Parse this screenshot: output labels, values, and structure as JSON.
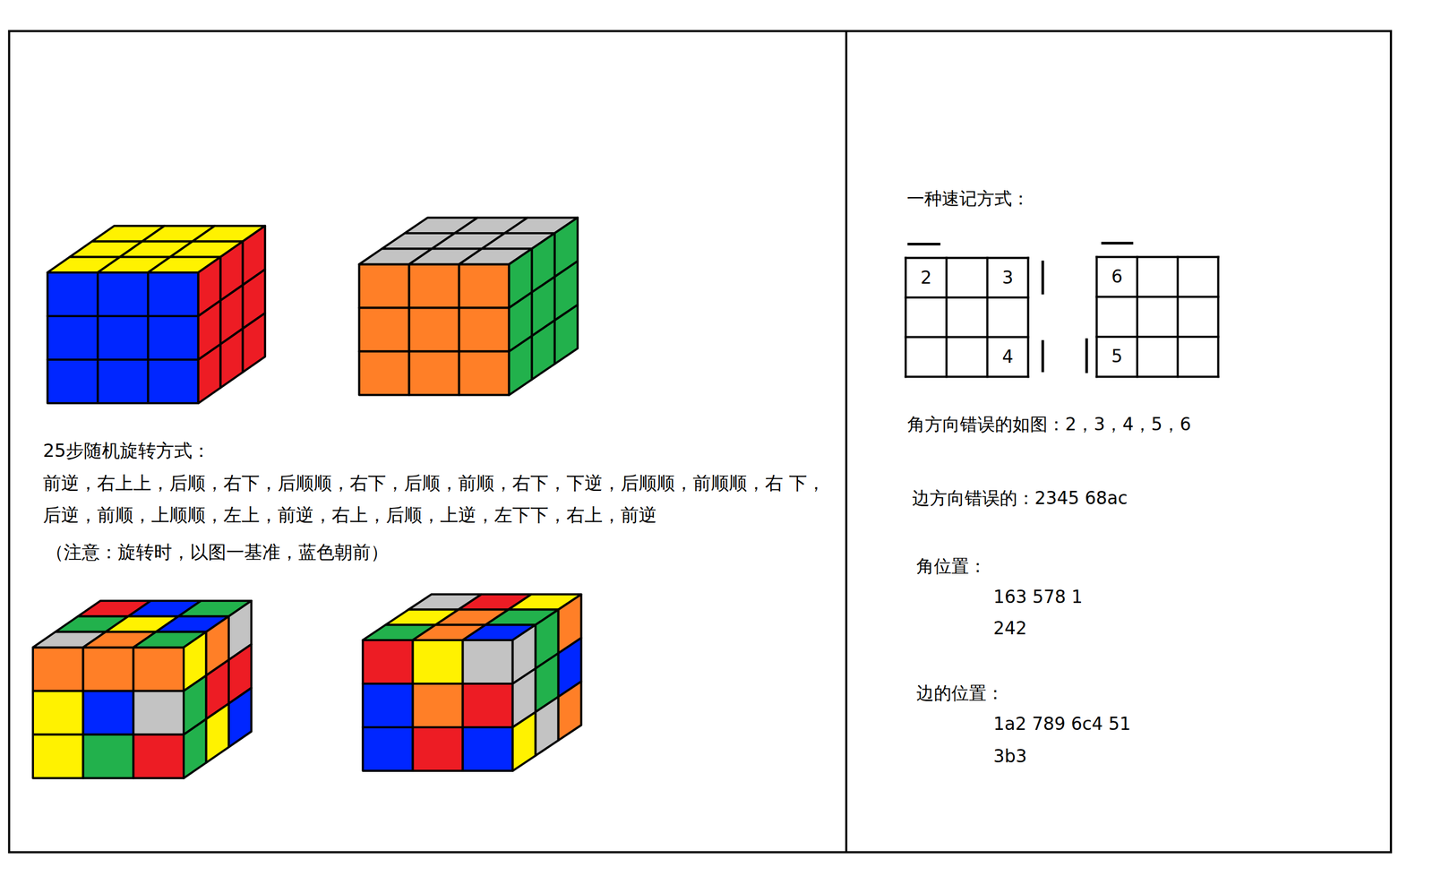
{
  "diagram": {
    "nodes": [
      {
        "text": [
          "2"
        ]
      },
      {
        "text": [
          "3"
        ]
      },
      {
        "text": [
          "6"
        ]
      },
      {
        "text": [
          "4"
        ]
      },
      {
        "text": [
          "5"
        ]
      }
    ],
    "labels": [
      "25步随机旋转方式：",
      "前逆，右上上，后顺，右下，后顺顺，右下，后顺，前顺，右下，下逆，后顺顺，前顺顺，右 下，后逆，前顺，上顺顺，左上，前逆，右上，后顺，上逆，左下下，右上，前逆",
      "（注意：旋转时，以图一基准，蓝色朝前）",
      "一种速记方式：",
      "角方向错误的如图：2，3，4，5，6",
      "边方向错误的：2345 68ac",
      "角位置：",
      "163 578 1",
      "242",
      "边的位置：",
      "1a2 789 6c4 51",
      "3b3"
    ]
  }
}
